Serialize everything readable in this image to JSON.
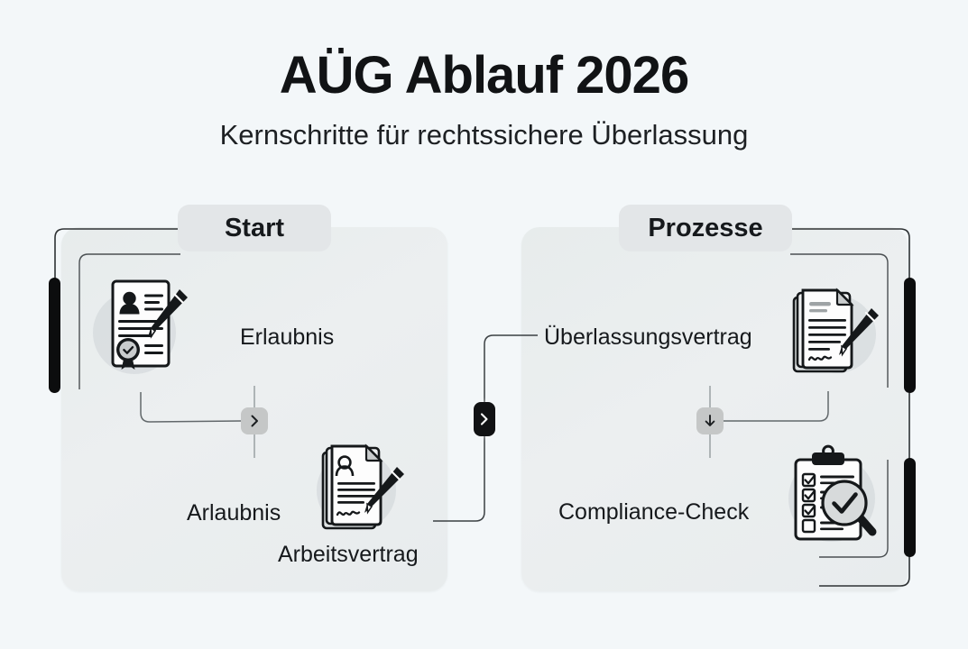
{
  "header": {
    "title": "AÜG Ablauf 2026",
    "subtitle": "Kernschritte für rechtssichere Überlassung"
  },
  "colors": {
    "background": "#f3f7f9",
    "panel_fill": "#e9eced",
    "badge_fill": "#e3e6e8",
    "text_primary": "#16191c",
    "accent_dark": "#0c0d0e",
    "node_gray": "#c5c7c7"
  },
  "sections": [
    {
      "id": "start",
      "badge_label": "Start"
    },
    {
      "id": "prozesse",
      "badge_label": "Prozesse"
    }
  ],
  "steps": {
    "erlaubnis": {
      "label": "Erlaubnis",
      "icon": "certificate-document-pen-icon"
    },
    "arlaubnis": {
      "label": "Arlaubnis"
    },
    "arbeitsvertrag": {
      "label": "Arbeitsvertrag",
      "icon": "contract-person-signature-pen-icon"
    },
    "ueberlassungsvertrag": {
      "label": "Überlassungsvertrag",
      "icon": "contract-signature-pen-icon"
    },
    "compliance": {
      "label": "Compliance-Check",
      "icon": "clipboard-checklist-magnifier-icon"
    }
  },
  "connectors": {
    "center": {
      "glyph": "chevron-right",
      "style": "dark-pill"
    },
    "left_step": {
      "glyph": "chevron-right",
      "style": "gray-square"
    },
    "right_step": {
      "glyph": "arrow-down",
      "style": "gray-square"
    }
  }
}
